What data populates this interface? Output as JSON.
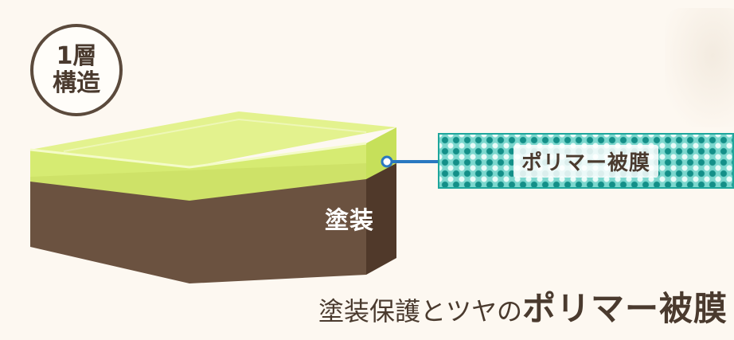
{
  "badge": {
    "line1": "1層",
    "line2": "構造"
  },
  "layers": {
    "base_label": "塗装"
  },
  "callout": {
    "label": "ポリマー被膜"
  },
  "tagline": {
    "prefix": "塗装保護とツヤの",
    "emphasis": "ポリマー被膜"
  },
  "colors": {
    "polymer_top": "#e3f28e",
    "polymer_side": "#c6e05a",
    "paint_front": "#6b5240",
    "paint_side": "#50392a",
    "connector": "#2a78c0",
    "tag_fill": "#7cd7ce",
    "text_dark": "#4a3a2e"
  }
}
